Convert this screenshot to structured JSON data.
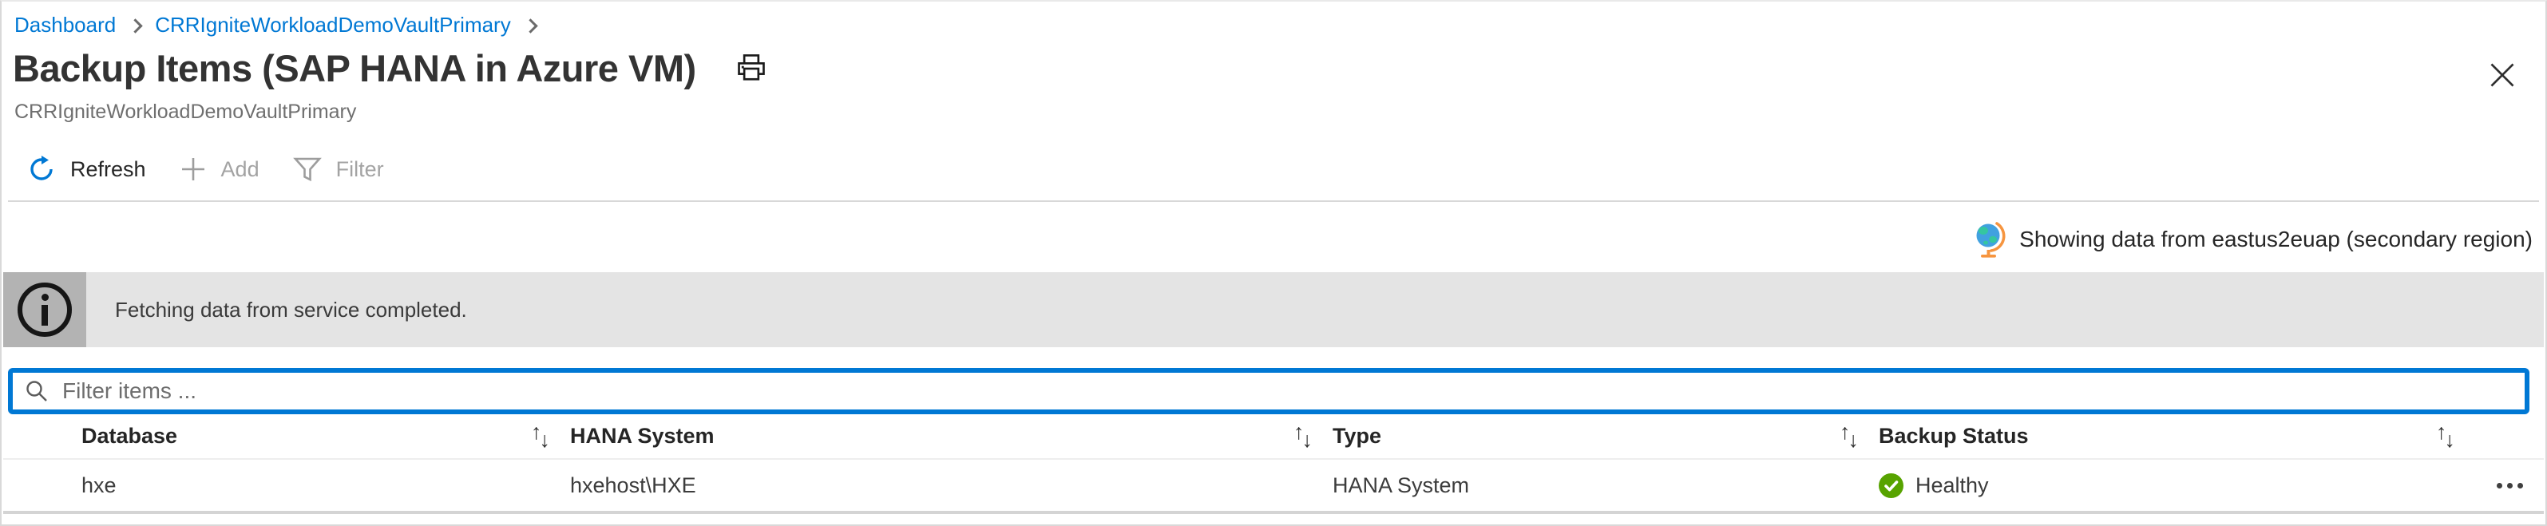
{
  "breadcrumb": {
    "items": [
      {
        "label": "Dashboard"
      },
      {
        "label": "CRRIgniteWorkloadDemoVaultPrimary"
      }
    ]
  },
  "header": {
    "title": "Backup Items (SAP HANA in Azure VM)",
    "subtitle": "CRRIgniteWorkloadDemoVaultPrimary"
  },
  "toolbar": {
    "refresh_label": "Refresh",
    "add_label": "Add",
    "filter_label": "Filter"
  },
  "region_status": {
    "text": "Showing data from eastus2euap (secondary region)",
    "icon": "desk-globe-icon"
  },
  "info_banner": {
    "text": "Fetching data from service completed.",
    "icon": "info-circle-icon"
  },
  "filter_box": {
    "placeholder": "Filter items ...",
    "value": ""
  },
  "table": {
    "columns": [
      {
        "label": "Database",
        "sortable": true
      },
      {
        "label": "HANA System",
        "sortable": true
      },
      {
        "label": "Type",
        "sortable": true
      },
      {
        "label": "Backup Status",
        "sortable": true
      }
    ],
    "rows": [
      {
        "database": "hxe",
        "hana_system": "hxehost\\HXE",
        "type": "HANA System",
        "backup_status": {
          "label": "Healthy",
          "state": "healthy"
        }
      }
    ]
  },
  "icons": {
    "sort_up": "↑",
    "sort_down": "↓"
  },
  "colors": {
    "accent_blue": "#0078d4",
    "healthy_green": "#57a300",
    "banner_bg": "#e4e4e4",
    "banner_icon_bg": "#b3b3b3"
  }
}
